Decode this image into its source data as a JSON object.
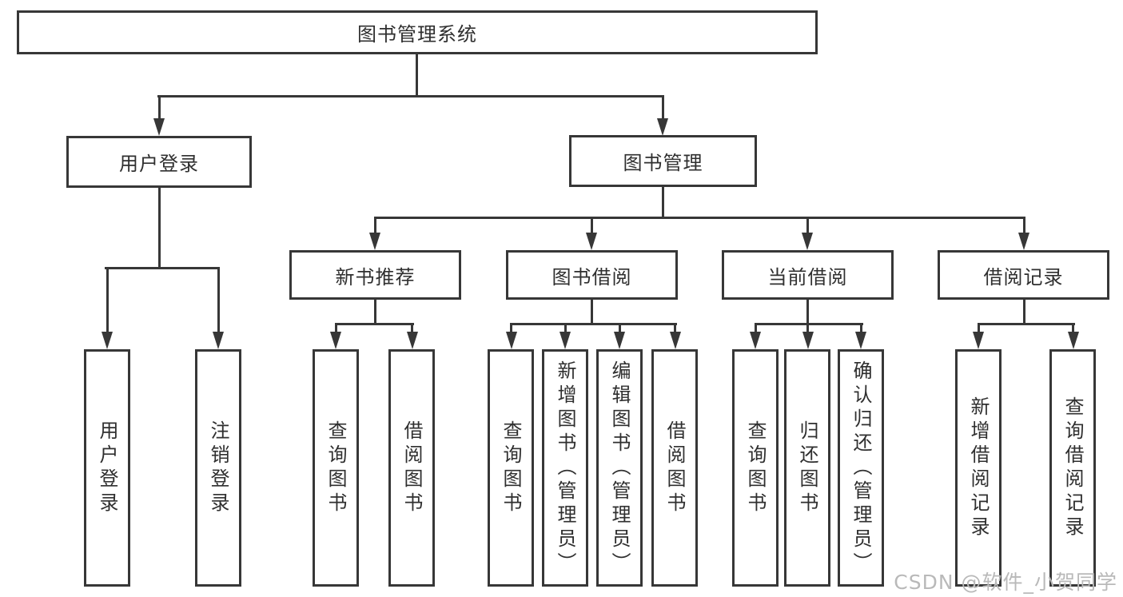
{
  "root": {
    "label": "图书管理系统"
  },
  "level2": [
    {
      "label": "用户登录"
    },
    {
      "label": "图书管理"
    }
  ],
  "level3": [
    {
      "label": "新书推荐"
    },
    {
      "label": "图书借阅"
    },
    {
      "label": "当前借阅"
    },
    {
      "label": "借阅记录"
    }
  ],
  "leaves": [
    {
      "label": "用户登录",
      "parent": "用户登录"
    },
    {
      "label": "注销登录",
      "parent": "用户登录"
    },
    {
      "label": "查询图书",
      "parent": "新书推荐"
    },
    {
      "label": "借阅图书",
      "parent": "新书推荐"
    },
    {
      "label": "查询图书",
      "parent": "图书借阅"
    },
    {
      "label": "新增图书（管理员）",
      "parent": "图书借阅"
    },
    {
      "label": "编辑图书（管理员）",
      "parent": "图书借阅"
    },
    {
      "label": "借阅图书",
      "parent": "图书借阅"
    },
    {
      "label": "查询图书",
      "parent": "当前借阅"
    },
    {
      "label": "归还图书",
      "parent": "当前借阅"
    },
    {
      "label": "确认归还（管理员）",
      "parent": "当前借阅"
    },
    {
      "label": "新增借阅记录",
      "parent": "借阅记录"
    },
    {
      "label": "查询借阅记录",
      "parent": "借阅记录"
    }
  ],
  "watermark": "CSDN @软件_小贺同学",
  "colors": {
    "line": "#373737",
    "text": "#2f2f2f",
    "watermark": "#b9b9b9",
    "background": "#ffffff"
  }
}
